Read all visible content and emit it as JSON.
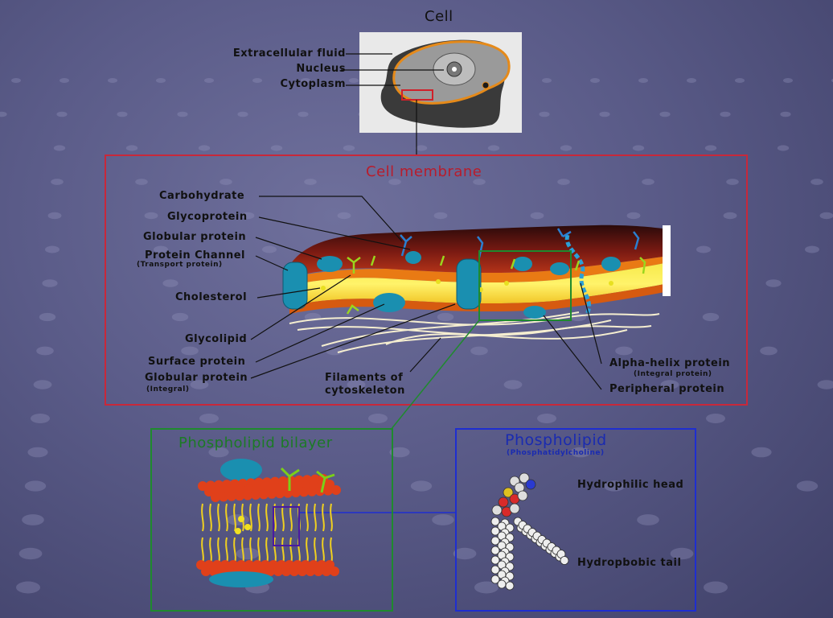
{
  "cell": {
    "title": "Cell",
    "labels": {
      "extracellular_fluid": "Extracellular fluid",
      "nucleus": "Nucleus",
      "cytoplasm": "Cytoplasm"
    }
  },
  "membrane": {
    "title": "Cell membrane",
    "labels": {
      "carbohydrate": "Carbohydrate",
      "glycoprotein": "Glycoprotein",
      "globular_protein": "Globular protein",
      "protein_channel": "Protein Channel",
      "protein_channel_sub": "(Transport protein)",
      "cholesterol": "Cholesterol",
      "glycolipid": "Glycolipid",
      "surface_protein": "Surface protein",
      "globular_protein_integral": "Globular protein",
      "globular_protein_integral_sub": "(Integral)",
      "filaments_line1": "Filaments of",
      "filaments_line2": "cytoskeleton",
      "alpha_helix": "Alpha-helix protein",
      "alpha_helix_sub": "(Integral protein)",
      "peripheral_protein": "Peripheral protein"
    }
  },
  "bilayer": {
    "title": "Phospholipid bilayer"
  },
  "phospholipid": {
    "title": "Phospholipid",
    "subtitle": "(Phosphatidylcholine)",
    "labels": {
      "hydrophilic_head": "Hydrophilic head",
      "hydrophobic_tail": "Hydropbobic tail"
    }
  },
  "colors": {
    "membrane_frame": "#c8283a",
    "bilayer_frame": "#1f8a2e",
    "phospholipid_frame": "#1e2ed0",
    "membrane_title": "#b81c2c",
    "bilayer_title": "#1c7a26",
    "phospholipid_title": "#1a2bb0"
  }
}
